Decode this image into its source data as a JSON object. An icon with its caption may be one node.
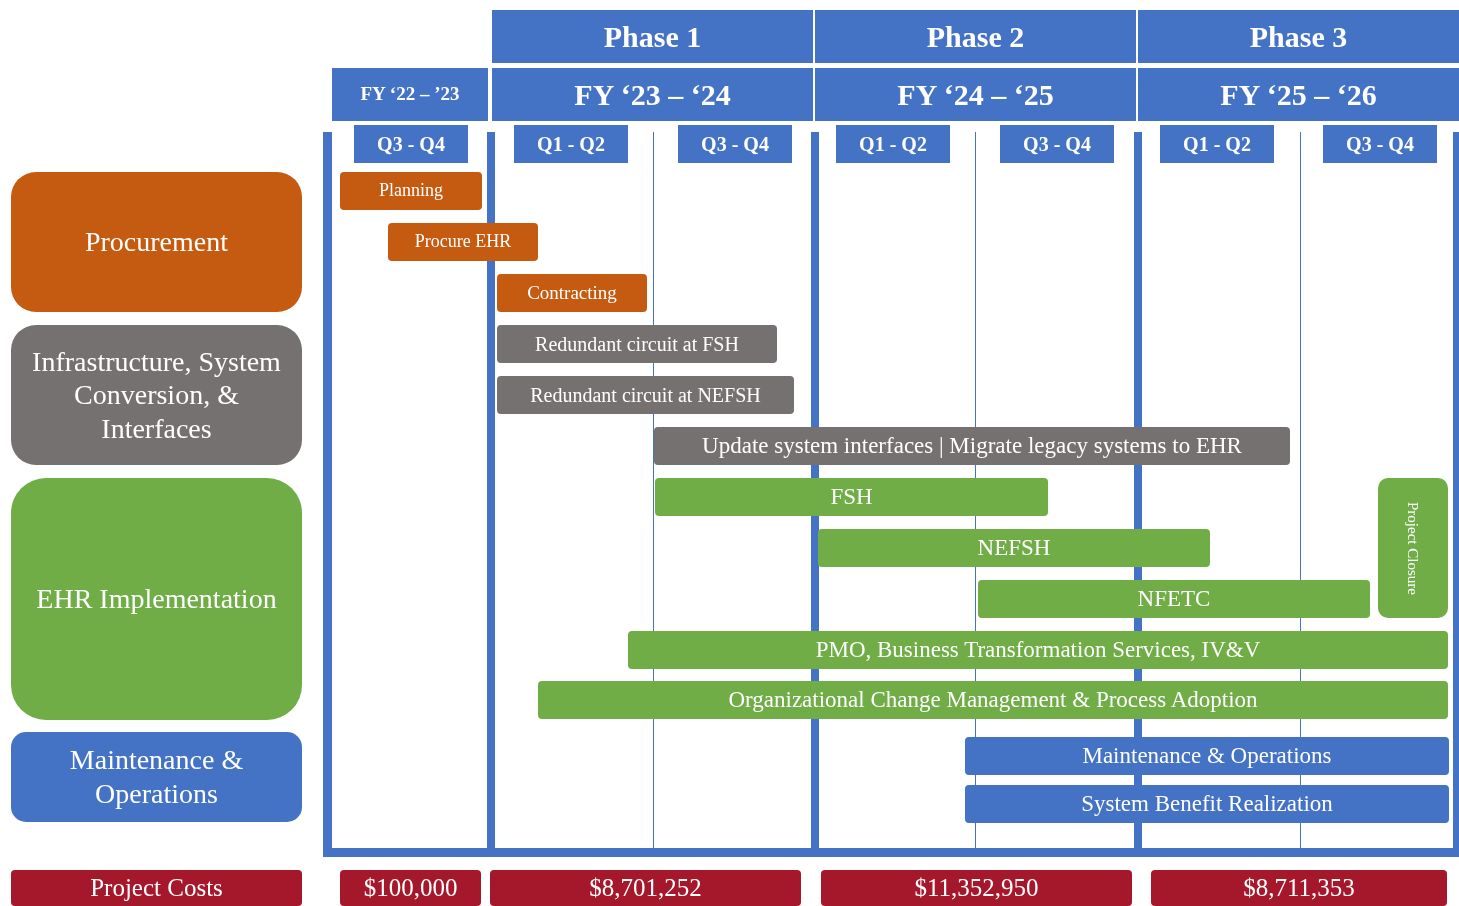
{
  "diagram": {
    "nodes": [
      {
        "text": [
          "Phase 1"
        ]
      },
      {
        "text": [
          "Phase 2"
        ]
      },
      {
        "text": [
          "Phase 3"
        ]
      },
      {
        "text": [
          "FY ‘22 – ’23"
        ]
      },
      {
        "text": [
          "FY ‘23 – ‘24"
        ]
      },
      {
        "text": [
          "FY ‘24 – ‘25"
        ]
      },
      {
        "text": [
          "FY ‘25 – ‘26"
        ]
      },
      {
        "text": [
          "Q3 - Q4"
        ]
      },
      {
        "text": [
          "Q1 - Q2"
        ]
      },
      {
        "text": [
          "Q3 - Q4"
        ]
      },
      {
        "text": [
          "Q1 - Q2"
        ]
      },
      {
        "text": [
          "Q3 - Q4"
        ]
      },
      {
        "text": [
          "Q1 - Q2"
        ]
      },
      {
        "text": [
          "Q3 - Q4"
        ]
      },
      {
        "text": [
          "Procurement"
        ]
      },
      {
        "text": [
          "Planning"
        ]
      },
      {
        "text": [
          "Procure EHR"
        ]
      },
      {
        "text": [
          "Contracting"
        ]
      },
      {
        "text": [
          "Infrastructure, System Conversion, & Interfaces"
        ]
      },
      {
        "text": [
          "Redundant circuit at FSH"
        ]
      },
      {
        "text": [
          "Redundant circuit at NEFSH"
        ]
      },
      {
        "text": [
          "Update system interfaces | Migrate legacy systems to EHR"
        ]
      },
      {
        "text": [
          "EHR Implementation"
        ]
      },
      {
        "text": [
          "FSH"
        ]
      },
      {
        "text": [
          "Project Closure"
        ]
      },
      {
        "text": [
          "NEFSH"
        ]
      },
      {
        "text": [
          "NFETC"
        ]
      },
      {
        "text": [
          "PMO, Business Transformation Services, IV&V"
        ]
      },
      {
        "text": [
          "Organizational Change Management & Process Adoption"
        ]
      },
      {
        "text": [
          "Maintenance & Operations"
        ]
      },
      {
        "text": [
          "Maintenance & Operations"
        ]
      },
      {
        "text": [
          "System Benefit Realization"
        ]
      },
      {
        "text": [
          "Project Costs"
        ]
      },
      {
        "text": [
          "$100,000"
        ]
      },
      {
        "text": [
          "$8,701,252"
        ]
      },
      {
        "text": [
          "$11,352,950"
        ]
      },
      {
        "text": [
          "$8,711,353"
        ]
      }
    ]
  }
}
